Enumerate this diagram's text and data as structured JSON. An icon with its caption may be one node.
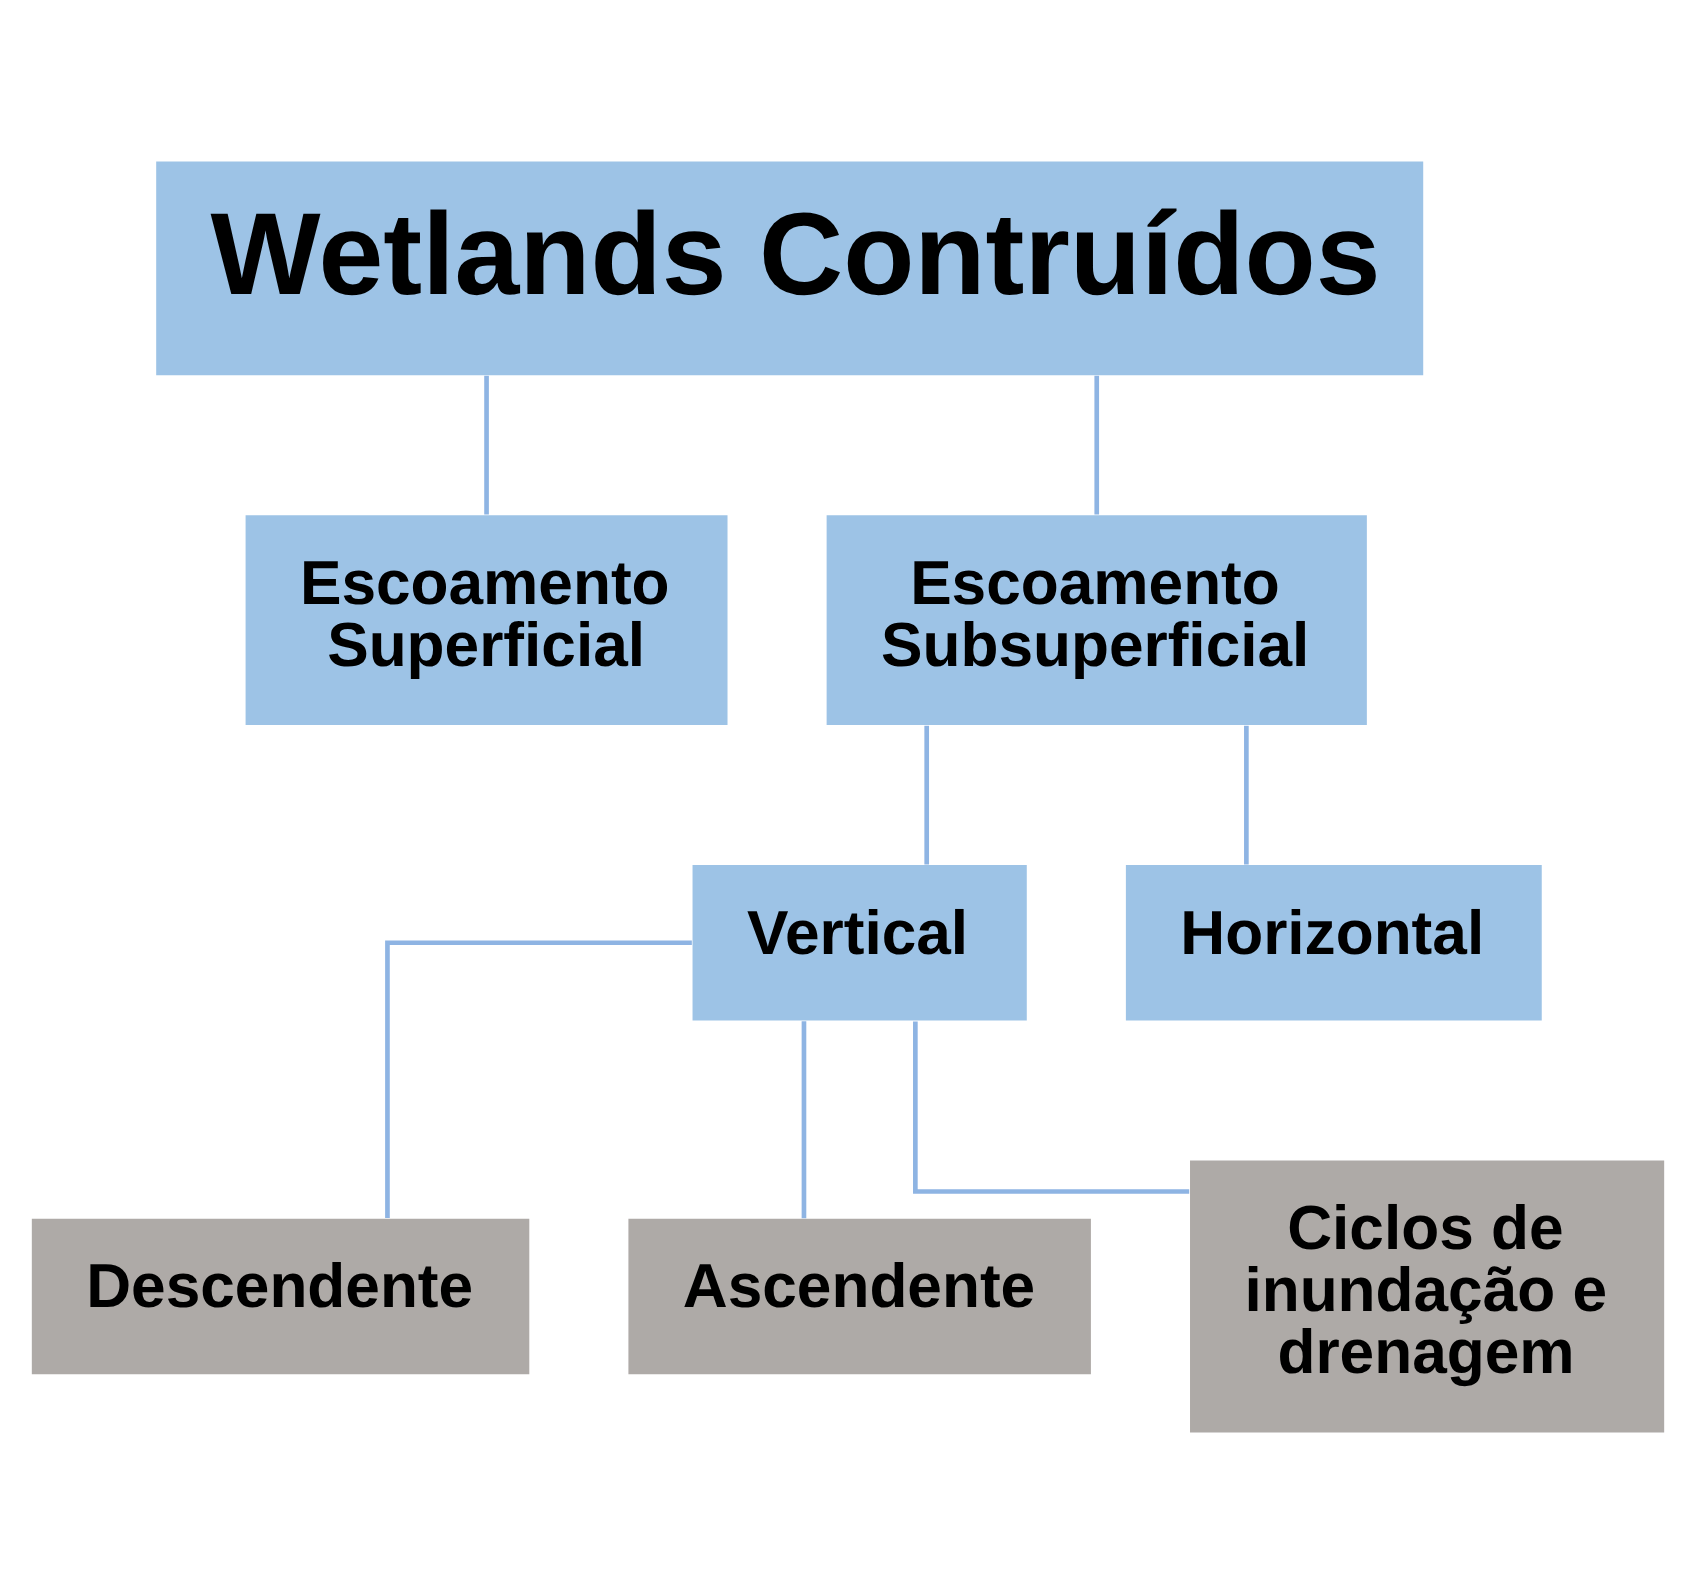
{
  "diagram": {
    "nodes": [
      {
        "text": [
          "Wetlands Contruídos"
        ]
      },
      {
        "text": [
          "Escoamento Superficial"
        ]
      },
      {
        "text": [
          "Escoamento Subsuperficial"
        ]
      },
      {
        "text": [
          "Vertical"
        ]
      },
      {
        "text": [
          "Horizontal"
        ]
      },
      {
        "text": [
          "Descendente"
        ]
      },
      {
        "text": [
          "Ascendente"
        ]
      },
      {
        "text": [
          "Ciclos de inundação e drenagem"
        ]
      }
    ],
    "edges": [
      {
        "from": 0,
        "to": 1,
        "arrow": "none"
      },
      {
        "from": 0,
        "to": 2,
        "arrow": "none"
      },
      {
        "from": 2,
        "to": 3,
        "arrow": "none"
      },
      {
        "from": 2,
        "to": 4,
        "arrow": "none"
      },
      {
        "from": 3,
        "to": 5,
        "arrow": "none"
      },
      {
        "from": 3,
        "to": 6,
        "arrow": "none"
      },
      {
        "from": 3,
        "to": 7,
        "arrow": "none"
      }
    ]
  }
}
